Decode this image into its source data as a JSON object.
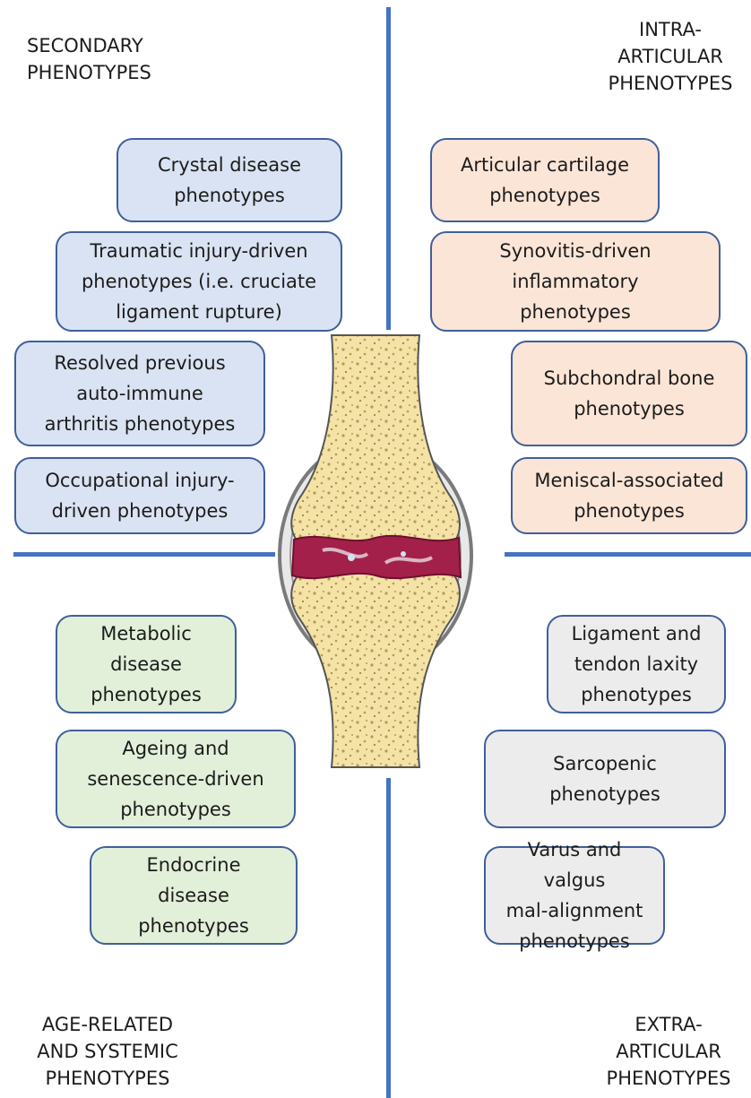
{
  "quadrants": {
    "top_left": {
      "title": "SECONDARY\nPHENOTYPES"
    },
    "top_right": {
      "title": "INTRA-\nARTICULAR\nPHENOTYPES"
    },
    "bottom_left": {
      "title": "AGE-RELATED\nAND SYSTEMIC\nPHENOTYPES"
    },
    "bottom_right": {
      "title": "EXTRA-\nARTICULAR\nPHENOTYPES"
    }
  },
  "boxes": {
    "crystal": "Crystal disease\nphenotypes",
    "traumatic": "Traumatic injury-driven\nphenotypes (i.e. cruciate\nligament rupture)",
    "autoimmune": "Resolved previous\nauto-immune\narthritis phenotypes",
    "occupational": "Occupational injury-\ndriven phenotypes",
    "cartilage": "Articular cartilage\nphenotypes",
    "synovitis": "Synovitis-driven\ninflammatory\nphenotypes",
    "subchondral": "Subchondral bone\nphenotypes",
    "meniscal": "Meniscal-associated\nphenotypes",
    "metabolic": "Metabolic\ndisease\nphenotypes",
    "ageing": "Ageing and\nsenescence-driven\nphenotypes",
    "endocrine": "Endocrine\ndisease\nphenotypes",
    "ligament": "Ligament and\ntendon laxity\nphenotypes",
    "sarcopenic": "Sarcopenic\nphenotypes",
    "varus": "Varus and valgus\nmal-alignment\nphenotypes"
  },
  "colors": {
    "divider": "#4472c4",
    "secondary_fill": "#dae3f3",
    "intra_articular_fill": "#fbe5d6",
    "age_related_fill": "#e2f0d9",
    "extra_articular_fill": "#ececec",
    "bone": "#f4e2a6",
    "synovium": "#a3204a"
  },
  "illustration": {
    "icon": "knee-joint-icon"
  }
}
